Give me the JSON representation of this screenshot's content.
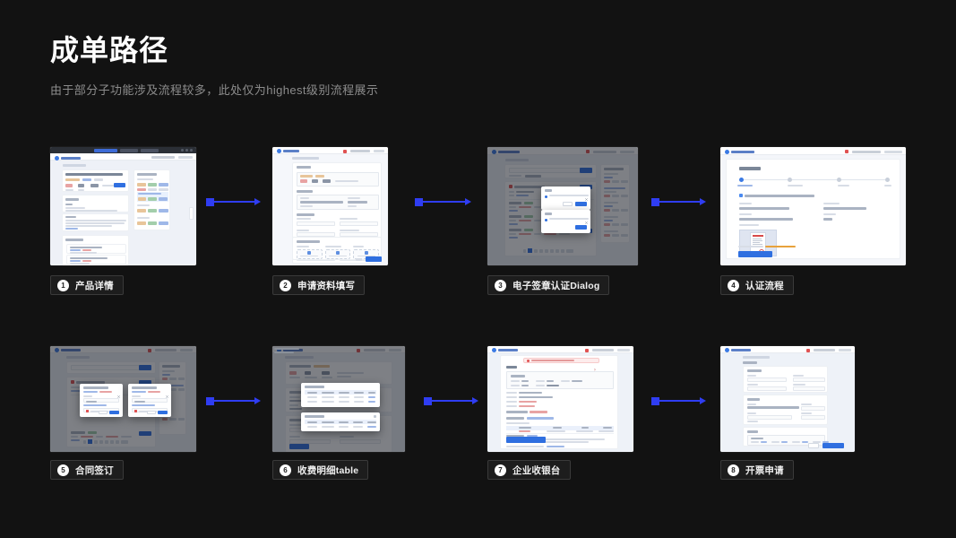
{
  "header": {
    "title": "成单路径",
    "subtitle": "由于部分子功能涉及流程较多，此处仅为highest级别流程展示"
  },
  "theme": {
    "background": "#121212",
    "arrow_color": "#2f3df2",
    "title_color": "#ffffff",
    "subtitle_color": "#8c8c8c",
    "chip_background": "#1d1d1d",
    "chip_border": "#3a3a3a",
    "chip_badge_background": "#ffffff"
  },
  "flow": {
    "rows": [
      {
        "row": 1,
        "steps": [
          {
            "number": "1",
            "label": "产品详情",
            "screen": "product-detail"
          },
          {
            "number": "2",
            "label": "申请资料填写",
            "screen": "application-form"
          },
          {
            "number": "3",
            "label": "电子签章认证Dialog",
            "screen": "esign-dialog"
          },
          {
            "number": "4",
            "label": "认证流程",
            "screen": "certification-flow"
          }
        ]
      },
      {
        "row": 2,
        "steps": [
          {
            "number": "5",
            "label": "合同签订",
            "screen": "contract-signing"
          },
          {
            "number": "6",
            "label": "收费明细table",
            "screen": "fee-detail-table"
          },
          {
            "number": "7",
            "label": "企业收银台",
            "screen": "enterprise-cashier"
          },
          {
            "number": "8",
            "label": "开票申请",
            "screen": "invoice-application"
          }
        ]
      }
    ],
    "connectors": [
      {
        "from": "1",
        "to": "2",
        "glyph": "→"
      },
      {
        "from": "2",
        "to": "3",
        "glyph": "→"
      },
      {
        "from": "3",
        "to": "4",
        "glyph": "→"
      },
      {
        "from": "5",
        "to": "6",
        "glyph": "→"
      },
      {
        "from": "6",
        "to": "7",
        "glyph": "→"
      },
      {
        "from": "7",
        "to": "8",
        "glyph": "→"
      }
    ]
  }
}
